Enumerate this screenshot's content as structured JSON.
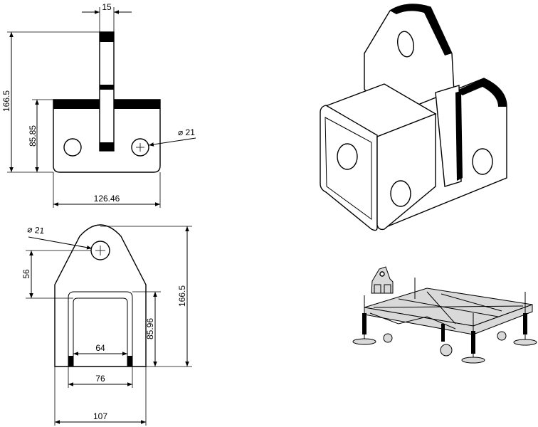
{
  "front_view": {
    "top_width": "15",
    "total_height": "166.5",
    "plate_height": "85.85",
    "plate_width": "126.46",
    "hole_diameter": "⌀ 21"
  },
  "side_view": {
    "hole_diameter": "⌀ 21",
    "hole_offset": "56",
    "total_height": "166.5",
    "channel_height": "85.96",
    "inner_width": "64",
    "outer_channel_width": "76",
    "base_width": "107"
  },
  "icons": [
    "bracket-3d-render",
    "truss-assembly-render"
  ]
}
